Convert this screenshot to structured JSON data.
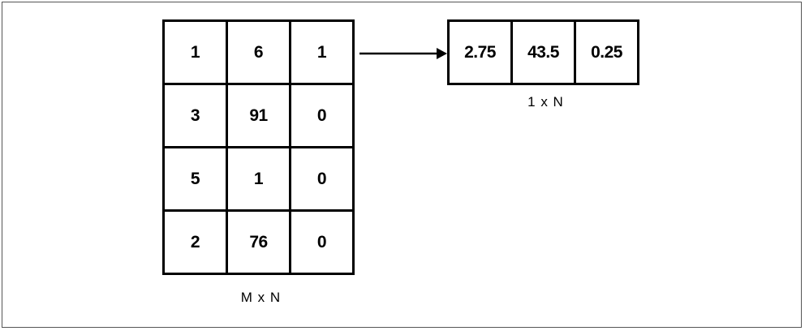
{
  "matrix_mxn": {
    "label": "M x N",
    "rows": [
      [
        "1",
        "6",
        "1"
      ],
      [
        "3",
        "91",
        "0"
      ],
      [
        "5",
        "1",
        "0"
      ],
      [
        "2",
        "76",
        "0"
      ]
    ]
  },
  "matrix_1xn": {
    "label": "1 x N",
    "rows": [
      [
        "2.75",
        "43.5",
        "0.25"
      ]
    ]
  }
}
